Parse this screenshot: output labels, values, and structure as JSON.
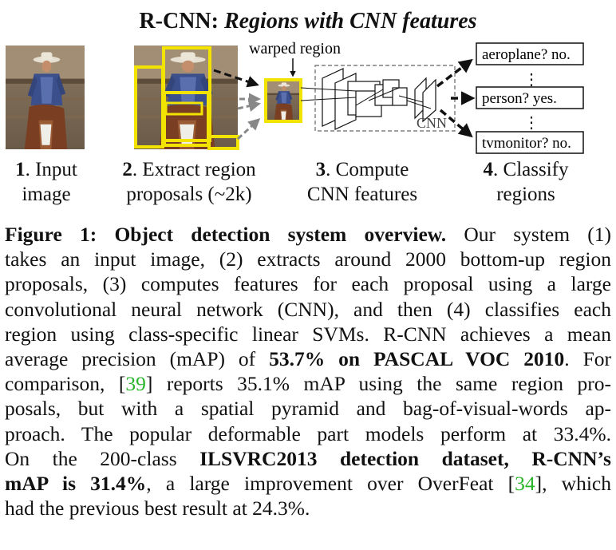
{
  "title": {
    "lead": "R-CNN: ",
    "italic": "Regions with CNN features"
  },
  "diagram": {
    "warped_label": "warped region",
    "cnn_label": "CNN",
    "outputs": [
      "aeroplane? no.",
      "person? yes.",
      "tvmonitor? no."
    ],
    "ellipsis": "⋮"
  },
  "stages": [
    {
      "num": "1",
      "line1": ". Input",
      "line2": "image"
    },
    {
      "num": "2",
      "line1": ". Extract region",
      "line2": "proposals (~2k)"
    },
    {
      "num": "3",
      "line1": ". Compute",
      "line2": "CNN features"
    },
    {
      "num": "4",
      "line1": ". Classify",
      "line2": "regions"
    }
  ],
  "caption": {
    "figure_label": "Figure 1:",
    "figure_heading": "Object detection system overview.",
    "l1_rest": "Our system (1)",
    "l2": "takes an input image, (2) extracts around 2000 bottom-up region",
    "l3": "proposals, (3) computes features for each proposal using a large",
    "l4": "convolutional neural network (CNN), and then (4) classifies each",
    "l5": "region using class-specific linear SVMs. R-CNN achieves a mean",
    "l6_a": "average precision (mAP) of ",
    "l6_b": "53.7% on PASCAL VOC 2010",
    "l6_c": ". For",
    "l7_a": "comparison, [",
    "cite1": "39",
    "l7_b": "] reports 35.1% mAP using the same region pro-",
    "l8": "posals, but with a spatial pyramid and bag-of-visual-words ap-",
    "l9": "proach. The popular deformable part models perform at 33.4%.",
    "l10_a": "On the 200-class ",
    "l10_b": "ILSVRC2013 detection dataset, R-CNN’s",
    "l11_a": "mAP is 31.4%",
    "l11_b": ", a large improvement over OverFeat [",
    "cite2": "34",
    "l11_c": "], which",
    "l12": "had the previous best result at 24.3%."
  },
  "colors": {
    "proposal_box": "#f2e400",
    "citation": "#28b428",
    "dashed_arrow": "#333333"
  }
}
